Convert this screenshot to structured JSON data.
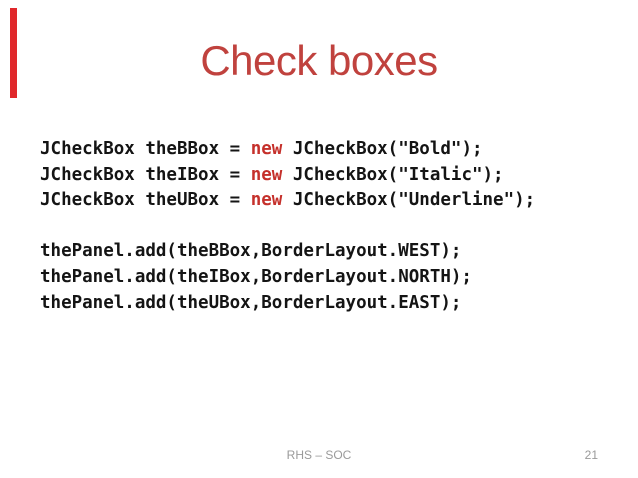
{
  "slide": {
    "title": "Check boxes",
    "footer": {
      "left": "RHS – SOC",
      "page": "21"
    },
    "colors": {
      "accent_bar": "#E0282B",
      "title": "#C0423E",
      "keyword": "#C5302B",
      "code": "#141414",
      "footer": "#9A9A9A"
    },
    "code_lines": [
      {
        "segments": [
          {
            "t": "JCheckBox theBBox = ",
            "k": false
          },
          {
            "t": "new",
            "k": true
          },
          {
            "t": " JCheckBox(\"Bold\");",
            "k": false
          }
        ]
      },
      {
        "segments": [
          {
            "t": "JCheckBox theIBox = ",
            "k": false
          },
          {
            "t": "new",
            "k": true
          },
          {
            "t": " JCheckBox(\"Italic\");",
            "k": false
          }
        ]
      },
      {
        "segments": [
          {
            "t": "JCheckBox theUBox = ",
            "k": false
          },
          {
            "t": "new",
            "k": true
          },
          {
            "t": " JCheckBox(\"Underline\");",
            "k": false
          }
        ]
      },
      {
        "segments": []
      },
      {
        "segments": [
          {
            "t": "thePanel.add(theBBox,BorderLayout.WEST);",
            "k": false
          }
        ]
      },
      {
        "segments": [
          {
            "t": "thePanel.add(theIBox,BorderLayout.NORTH);",
            "k": false
          }
        ]
      },
      {
        "segments": [
          {
            "t": "thePanel.add(theUBox,BorderLayout.EAST);",
            "k": false
          }
        ]
      }
    ]
  }
}
